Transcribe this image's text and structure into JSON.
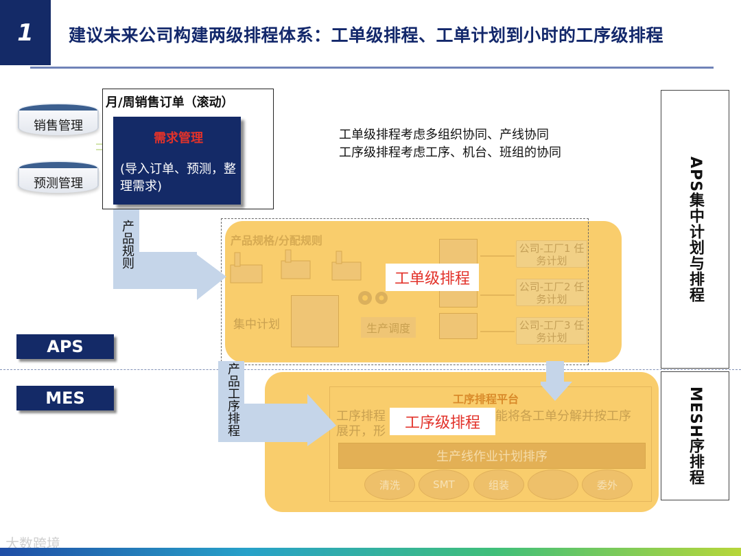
{
  "header": {
    "number": "1",
    "title": "建议未来公司构建两级排程体系：工单级排程、工单计划到小时的工序级排程"
  },
  "inputs": {
    "sales": "销售管理",
    "forecast": "预测管理"
  },
  "order_box": {
    "title": "月/周销售订单（滚动）",
    "demand_title": "需求管理",
    "demand_desc": "(导入订单、预测，整理需求)"
  },
  "notes": [
    "工单级排程考虑多组织协同、产线协同",
    "工序级排程考虑工序、机台、班组的协同"
  ],
  "arrows": {
    "product_rule": "产品规则",
    "product_process_rule": "产品工序排程"
  },
  "tags": {
    "aps": "APS",
    "mes": "MES"
  },
  "aps_region": {
    "spec": "产品规格/分配规则",
    "central_plan": "集中计划",
    "dispatch": "生产调度",
    "center_label": "工单级排程",
    "plants": [
      "公司-工厂1 任务计划",
      "公司-工厂2 任务计划",
      "公司-工厂3 任务计划"
    ]
  },
  "mes_region": {
    "platform": "工序排程平台",
    "desc_line1": "工序排程",
    "desc_line1b": "能将各工单分解并按工序",
    "desc_line2": "展开，形",
    "center_label": "工序级排程",
    "line_bar": "生产线作业计划排序",
    "ovals": [
      "清洗",
      "SMT",
      "组装",
      "",
      "委外"
    ]
  },
  "side": {
    "top": "APS集中计划与排程",
    "bottom": "MESH序排程"
  },
  "watermark": "大数跨境"
}
